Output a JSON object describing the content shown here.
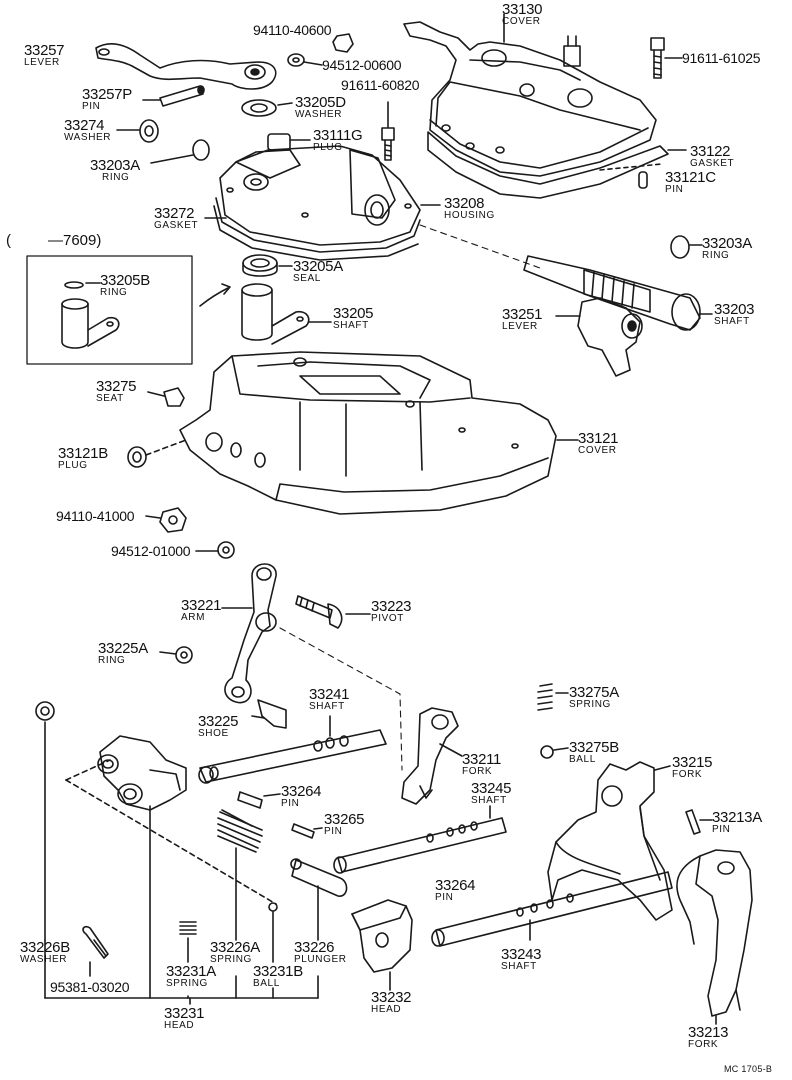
{
  "date_note": {
    "open": "(",
    "text": "—7609)"
  },
  "labels": [
    {
      "id": "33257",
      "num": "33257",
      "name": "LEVER"
    },
    {
      "id": "33257P",
      "num": "33257P",
      "name": "PIN"
    },
    {
      "id": "33274",
      "num": "33274",
      "name": "WASHER"
    },
    {
      "id": "33203A-top",
      "num": "33203A",
      "name": "RING"
    },
    {
      "id": "33272",
      "num": "33272",
      "name": "GASKET"
    },
    {
      "id": "33205D",
      "num": "33205D",
      "name": "WASHER"
    },
    {
      "id": "33111G",
      "num": "33111G",
      "name": "PLUG"
    },
    {
      "id": "33208",
      "num": "33208",
      "name": "HOUSING"
    },
    {
      "id": "33130",
      "num": "33130",
      "name": "COVER"
    },
    {
      "id": "33122",
      "num": "33122",
      "name": "GASKET"
    },
    {
      "id": "33121C",
      "num": "33121C",
      "name": "PIN"
    },
    {
      "id": "33203A-right",
      "num": "33203A",
      "name": "RING"
    },
    {
      "id": "33205B",
      "num": "33205B",
      "name": "RING"
    },
    {
      "id": "33205A",
      "num": "33205A",
      "name": "SEAL"
    },
    {
      "id": "33205",
      "num": "33205",
      "name": "SHAFT"
    },
    {
      "id": "33251",
      "num": "33251",
      "name": "LEVER"
    },
    {
      "id": "33203",
      "num": "33203",
      "name": "SHAFT"
    },
    {
      "id": "33275",
      "num": "33275",
      "name": "SEAT"
    },
    {
      "id": "33121B",
      "num": "33121B",
      "name": "PLUG"
    },
    {
      "id": "33121",
      "num": "33121",
      "name": "COVER"
    },
    {
      "id": "33221",
      "num": "33221",
      "name": "ARM"
    },
    {
      "id": "33223",
      "num": "33223",
      "name": "PIVOT"
    },
    {
      "id": "33225A",
      "num": "33225A",
      "name": "RING"
    },
    {
      "id": "33241",
      "num": "33241",
      "name": "SHAFT"
    },
    {
      "id": "33225",
      "num": "33225",
      "name": "SHOE"
    },
    {
      "id": "33211",
      "num": "33211",
      "name": "FORK"
    },
    {
      "id": "33245",
      "num": "33245",
      "name": "SHAFT"
    },
    {
      "id": "33275A",
      "num": "33275A",
      "name": "SPRING"
    },
    {
      "id": "33275B",
      "num": "33275B",
      "name": "BALL"
    },
    {
      "id": "33215",
      "num": "33215",
      "name": "FORK"
    },
    {
      "id": "33264-a",
      "num": "33264",
      "name": "PIN"
    },
    {
      "id": "33265",
      "num": "33265",
      "name": "PIN"
    },
    {
      "id": "33213A",
      "num": "33213A",
      "name": "PIN"
    },
    {
      "id": "33264-b",
      "num": "33264",
      "name": "PIN"
    },
    {
      "id": "33226B",
      "num": "33226B",
      "name": "WASHER"
    },
    {
      "id": "33226A",
      "num": "33226A",
      "name": "SPRING"
    },
    {
      "id": "33226",
      "num": "33226",
      "name": "PLUNGER"
    },
    {
      "id": "33231A",
      "num": "33231A",
      "name": "SPRING"
    },
    {
      "id": "33231B",
      "num": "33231B",
      "name": "BALL"
    },
    {
      "id": "33232",
      "num": "33232",
      "name": "HEAD"
    },
    {
      "id": "33243",
      "num": "33243",
      "name": "SHAFT"
    },
    {
      "id": "33231",
      "num": "33231",
      "name": "HEAD"
    },
    {
      "id": "33213",
      "num": "33213",
      "name": "FORK"
    }
  ],
  "part_numbers": [
    {
      "id": "94110-40600",
      "num": "94110-40600"
    },
    {
      "id": "94512-00600",
      "num": "94512-00600"
    },
    {
      "id": "91611-60820",
      "num": "91611-60820"
    },
    {
      "id": "91611-61025",
      "num": "91611-61025"
    },
    {
      "id": "94110-41000",
      "num": "94110-41000"
    },
    {
      "id": "94512-01000",
      "num": "94512-01000"
    },
    {
      "id": "95381-03020",
      "num": "95381-03020"
    }
  ],
  "diagram_code": "MC 1705-B"
}
